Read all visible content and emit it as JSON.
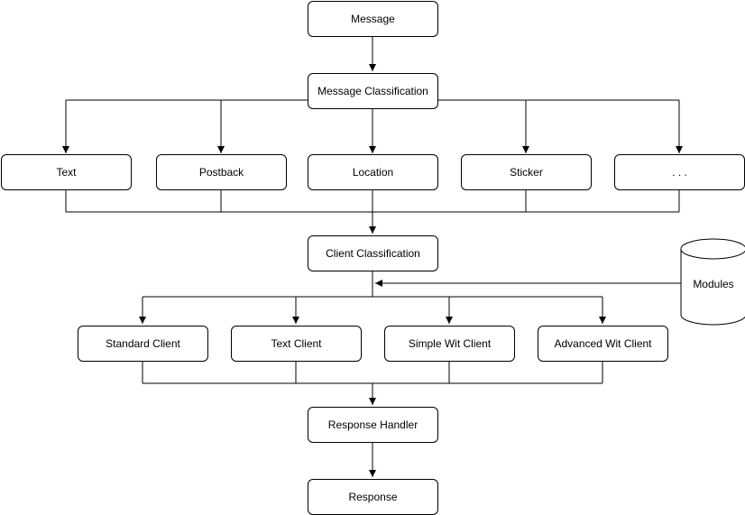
{
  "nodes": {
    "message": "Message",
    "message_classification": "Message Classification",
    "text": "Text",
    "postback": "Postback",
    "location": "Location",
    "sticker": "Sticker",
    "more": ". . .",
    "client_classification": "Client Classification",
    "modules": "Modules",
    "standard_client": "Standard Client",
    "text_client": "Text Client",
    "simple_wit_client": "Simple Wit Client",
    "advanced_wit_client": "Advanced Wit Client",
    "response_handler": "Response Handler",
    "response": "Response"
  },
  "colors": {
    "stroke": "#000000",
    "fill": "#ffffff",
    "text": "#000000"
  }
}
